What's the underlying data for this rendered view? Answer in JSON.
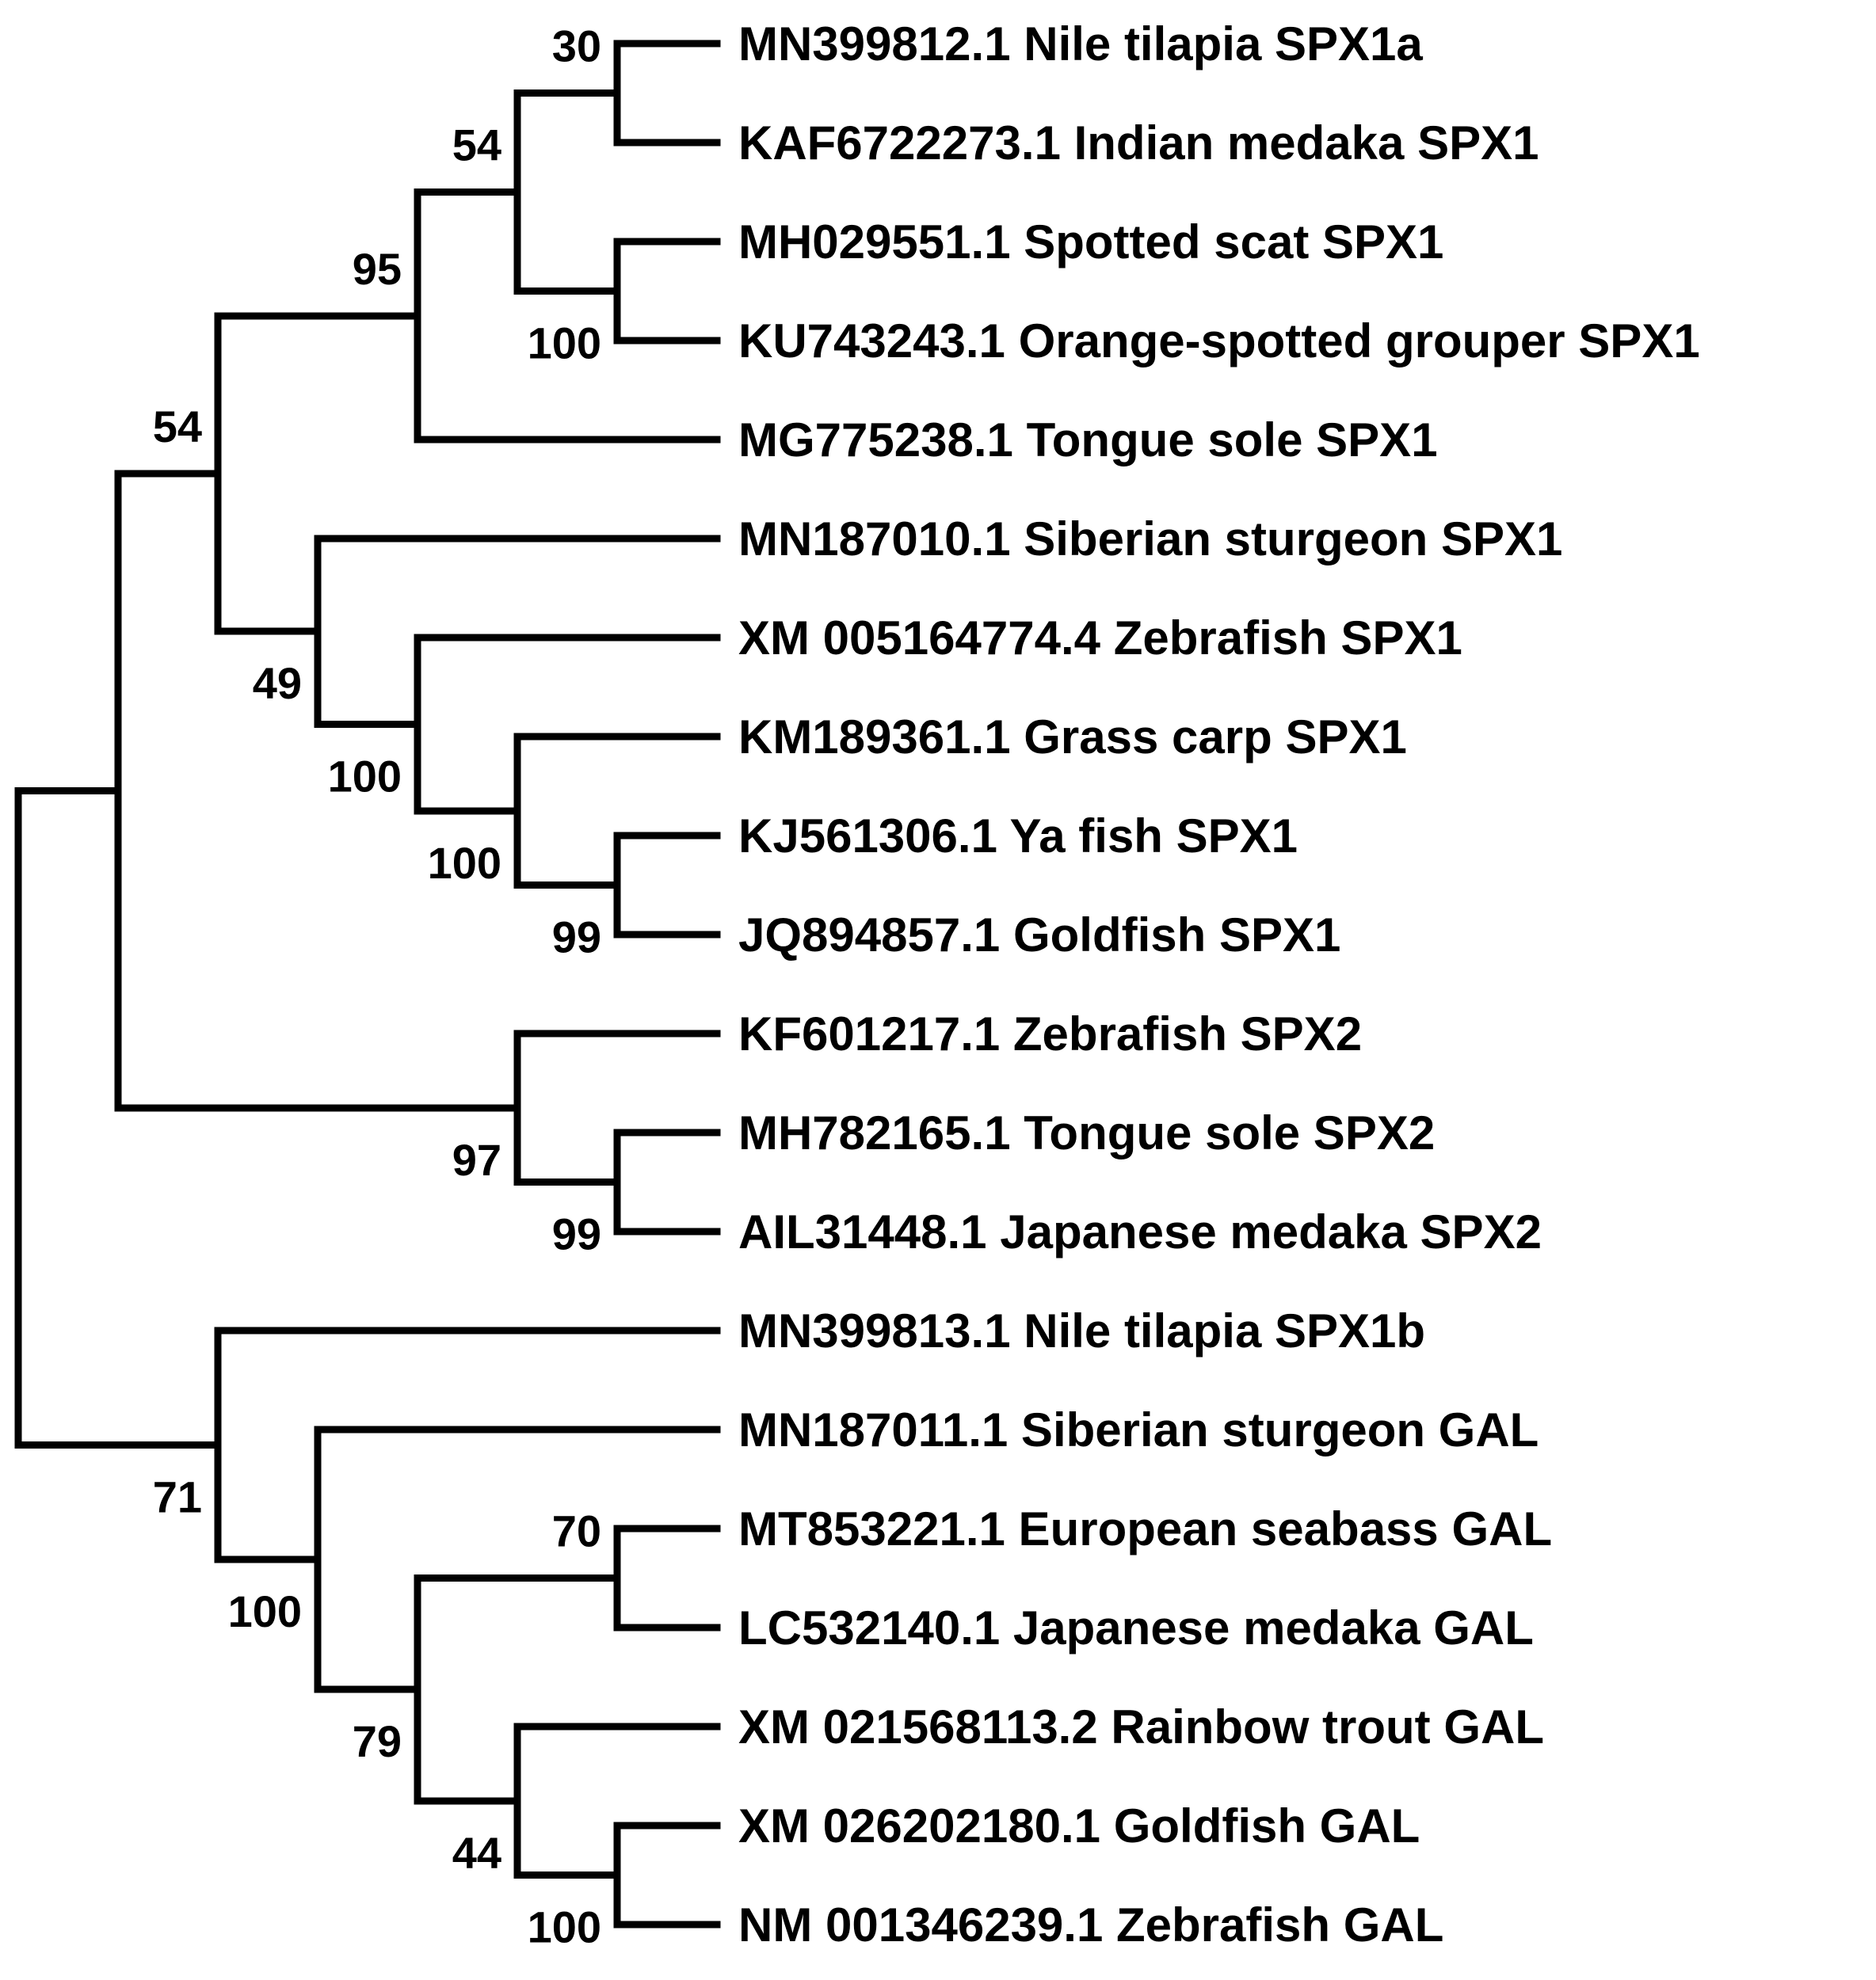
{
  "figure": {
    "type": "phylogenetic-tree",
    "description": "Cladogram of fish SPX1, SPX2 and GAL sequences with bootstrap support values at internal nodes, tips right-aligned",
    "background_color": "#ffffff",
    "branch_color": "#000000",
    "text_color": "#000000"
  },
  "chart_data": {
    "type": "tree",
    "orientation": "left-to-right",
    "tips_aligned": true,
    "legend": "none",
    "leaf_labels": [
      "MN399812.1 Nile tilapia SPX1a",
      "KAF6722273.1 Indian medaka SPX1",
      "MH029551.1 Spotted scat SPX1",
      "KU743243.1 Orange-spotted grouper SPX1",
      "MG775238.1 Tongue sole SPX1",
      "MN187010.1 Siberian sturgeon SPX1",
      "XM 005164774.4 Zebrafish SPX1",
      "KM189361.1 Grass carp SPX1",
      "KJ561306.1 Ya fish SPX1",
      "JQ894857.1 Goldfish SPX1",
      "KF601217.1 Zebrafish SPX2",
      "MH782165.1 Tongue sole SPX2",
      "AIL31448.1 Japanese medaka SPX2",
      "MN399813.1 Nile tilapia SPX1b",
      "MN187011.1 Siberian sturgeon GAL",
      "MT853221.1 European seabass GAL",
      "LC532140.1 Japanese medaka GAL",
      "XM 021568113.2 Rainbow trout GAL",
      "XM 026202180.1 Goldfish GAL",
      "NM 001346239.1 Zebrafish GAL"
    ],
    "bootstrap_values_shown": [
      "30",
      "54",
      "95",
      "100",
      "54",
      "49",
      "100",
      "100",
      "99",
      "97",
      "99",
      "71",
      "100",
      "70",
      "79",
      "44",
      "100"
    ],
    "tree": {
      "support": null,
      "children": [
        {
          "support": null,
          "children": [
            {
              "support": "54",
              "children": [
                {
                  "support": "95",
                  "children": [
                    {
                      "support": "54",
                      "children": [
                        {
                          "support": "30",
                          "children": [
                            {
                              "leaf": 0
                            },
                            {
                              "leaf": 1
                            }
                          ]
                        },
                        {
                          "support": "100",
                          "children": [
                            {
                              "leaf": 2
                            },
                            {
                              "leaf": 3
                            }
                          ]
                        }
                      ]
                    },
                    {
                      "leaf": 4
                    }
                  ]
                },
                {
                  "support": "49",
                  "children": [
                    {
                      "leaf": 5
                    },
                    {
                      "support": "100",
                      "children": [
                        {
                          "leaf": 6
                        },
                        {
                          "support": "100",
                          "children": [
                            {
                              "leaf": 7
                            },
                            {
                              "support": "99",
                              "children": [
                                {
                                  "leaf": 8
                                },
                                {
                                  "leaf": 9
                                }
                              ]
                            }
                          ]
                        }
                      ]
                    }
                  ]
                }
              ]
            },
            {
              "support": "97",
              "children": [
                {
                  "leaf": 10
                },
                {
                  "support": "99",
                  "children": [
                    {
                      "leaf": 11
                    },
                    {
                      "leaf": 12
                    }
                  ]
                }
              ]
            }
          ]
        },
        {
          "support": "71",
          "children": [
            {
              "leaf": 13
            },
            {
              "support": "100",
              "children": [
                {
                  "leaf": 14
                },
                {
                  "support": "79",
                  "children": [
                    {
                      "support": "70",
                      "children": [
                        {
                          "leaf": 15
                        },
                        {
                          "leaf": 16
                        }
                      ]
                    },
                    {
                      "support": "44",
                      "children": [
                        {
                          "leaf": 17
                        },
                        {
                          "support": "100",
                          "children": [
                            {
                              "leaf": 18
                            },
                            {
                              "leaf": 19
                            }
                          ]
                        }
                      ]
                    }
                  ]
                }
              ]
            }
          ]
        }
      ]
    }
  }
}
